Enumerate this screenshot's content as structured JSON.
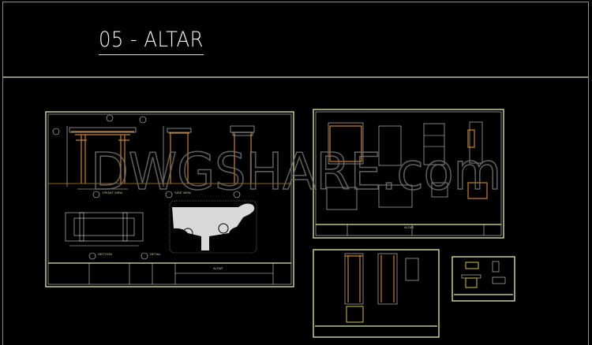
{
  "title": "05 - ALTAR",
  "watermark": "DWGSHARE.com",
  "sheets": [
    {
      "labels": {
        "front": "FRONT VIEW",
        "side": "SIDE VIEW",
        "section": "SECTION",
        "detail": "DETAIL",
        "sheet_title": "ALTAR"
      }
    },
    {
      "labels": {
        "sheet_title": "ALTAR"
      }
    },
    {
      "labels": {}
    },
    {
      "labels": {}
    }
  ],
  "colors": {
    "background": "#000000",
    "sheet_border": "#b9c48c",
    "wood": "#c7822e",
    "highlight": "#cfc24a",
    "watermark": "#6f6f6f"
  }
}
